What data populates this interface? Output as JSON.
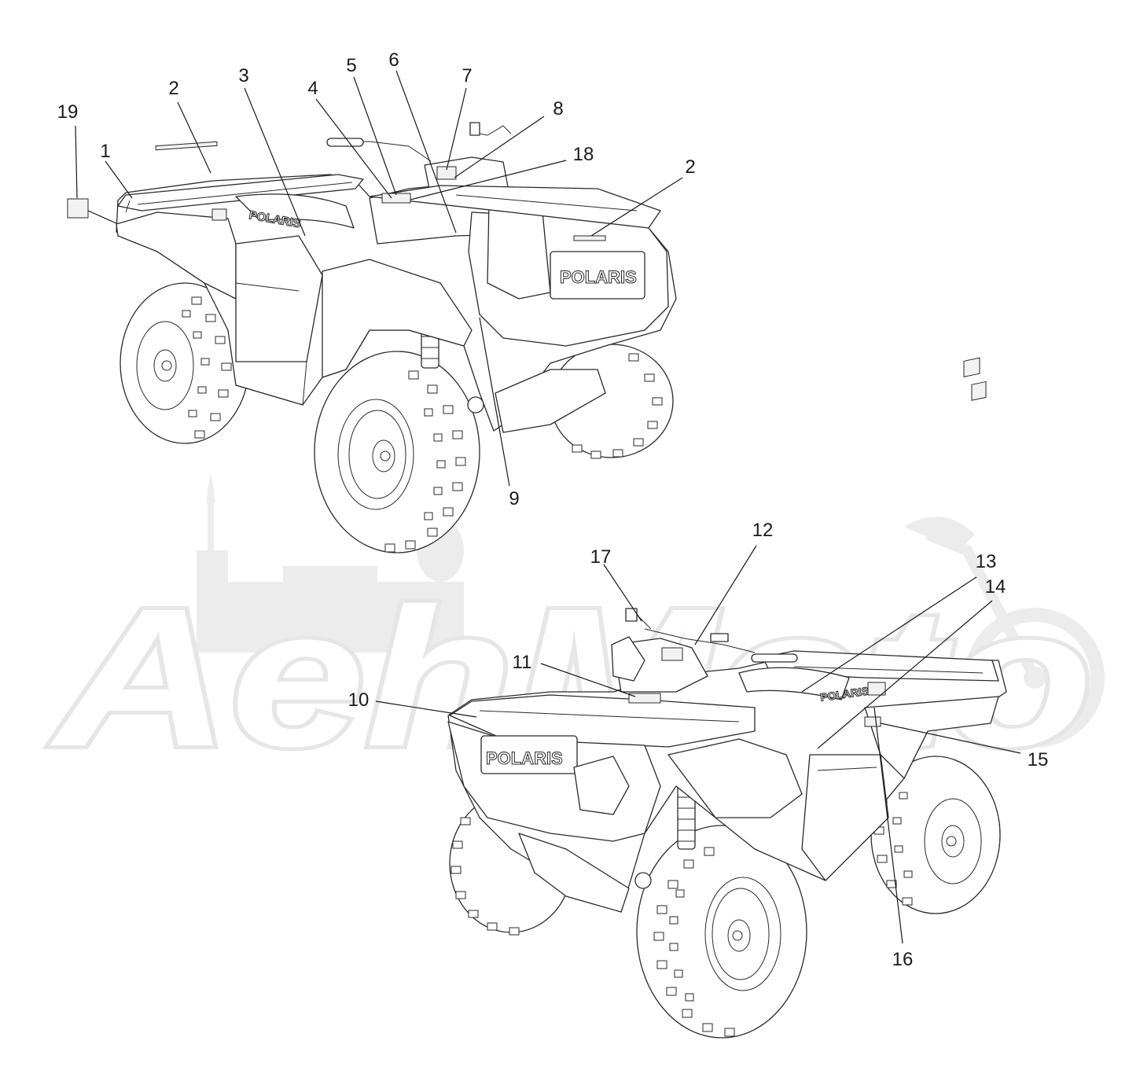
{
  "watermark": {
    "text": "AehMoto",
    "color": "#ececec"
  },
  "brand_mark": "POLARIS",
  "callouts": [
    {
      "id": "c1",
      "label": "1"
    },
    {
      "id": "c2a",
      "label": "2"
    },
    {
      "id": "c2b",
      "label": "2"
    },
    {
      "id": "c3",
      "label": "3"
    },
    {
      "id": "c4",
      "label": "4"
    },
    {
      "id": "c5",
      "label": "5"
    },
    {
      "id": "c6",
      "label": "6"
    },
    {
      "id": "c7",
      "label": "7"
    },
    {
      "id": "c8",
      "label": "8"
    },
    {
      "id": "c9",
      "label": "9"
    },
    {
      "id": "c10",
      "label": "10"
    },
    {
      "id": "c11",
      "label": "11"
    },
    {
      "id": "c12",
      "label": "12"
    },
    {
      "id": "c13",
      "label": "13"
    },
    {
      "id": "c14",
      "label": "14"
    },
    {
      "id": "c15",
      "label": "15"
    },
    {
      "id": "c16",
      "label": "16"
    },
    {
      "id": "c17",
      "label": "17"
    },
    {
      "id": "c18",
      "label": "18"
    },
    {
      "id": "c19",
      "label": "19"
    }
  ]
}
